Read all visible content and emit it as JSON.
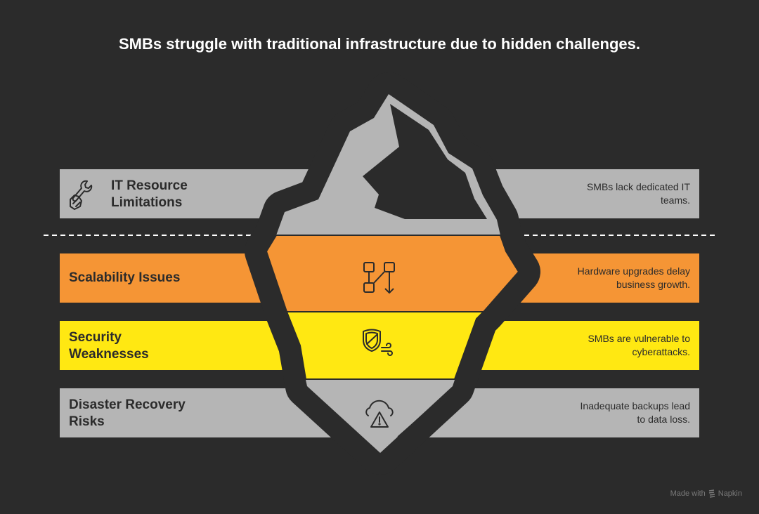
{
  "title": "SMBs struggle with traditional infrastructure due to hidden challenges.",
  "rows": [
    {
      "label": "IT Resource Limitations",
      "description": "SMBs lack dedicated IT teams.",
      "icon": "wrench-hand-icon",
      "color": "#b5b5b5"
    },
    {
      "label": "Scalability Issues",
      "description": "Hardware upgrades delay business growth.",
      "icon": "flow-diagram-icon",
      "color": "#f59535"
    },
    {
      "label": "Security Weaknesses",
      "description": "SMBs are vulnerable to cyberattacks.",
      "icon": "shield-wind-icon",
      "color": "#ffe812"
    },
    {
      "label": "Disaster Recovery Risks",
      "description": "Inadequate backups lead to data loss.",
      "icon": "cloud-warning-icon",
      "color": "#b5b5b5"
    }
  ],
  "watermark": {
    "made_with": "Made with",
    "brand": "Napkin"
  }
}
